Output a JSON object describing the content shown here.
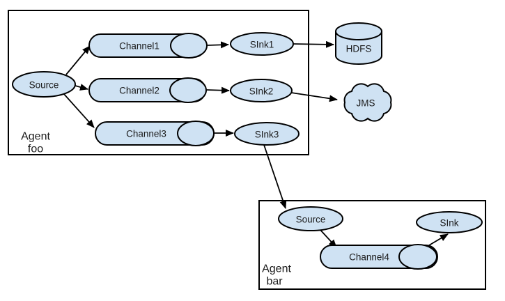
{
  "colors": {
    "node_fill": "#cfe2f3",
    "outline": "#000000",
    "background": "#ffffff",
    "text": "#1a1a1a"
  },
  "labels": {
    "agent_foo_line1": "Agent",
    "agent_foo_line2": "foo",
    "agent_bar_line1": "Agent",
    "agent_bar_line2": "bar",
    "source_foo": "Source",
    "channel1": "Channel1",
    "channel2": "Channel2",
    "channel3": "Channel3",
    "sink1": "SInk1",
    "sink2": "SInk2",
    "sink3": "SInk3",
    "hdfs": "HDFS",
    "jms": "JMS",
    "source_bar": "Source",
    "channel4": "Channel4",
    "sink_bar": "SInk"
  },
  "edges": [
    {
      "from": "source_foo",
      "to": "channel1"
    },
    {
      "from": "source_foo",
      "to": "channel2"
    },
    {
      "from": "source_foo",
      "to": "channel3"
    },
    {
      "from": "channel1",
      "to": "sink1"
    },
    {
      "from": "channel2",
      "to": "sink2"
    },
    {
      "from": "channel3",
      "to": "sink3"
    },
    {
      "from": "sink1",
      "to": "hdfs"
    },
    {
      "from": "sink2",
      "to": "jms"
    },
    {
      "from": "sink3",
      "to": "source_bar"
    },
    {
      "from": "source_bar",
      "to": "channel4"
    },
    {
      "from": "channel4",
      "to": "sink_bar"
    }
  ]
}
